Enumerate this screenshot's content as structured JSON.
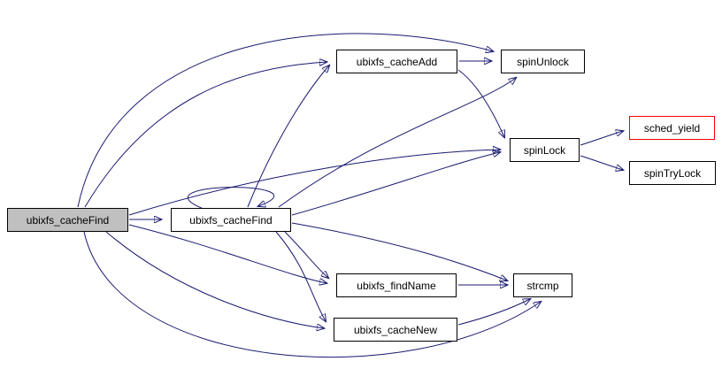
{
  "diagram": {
    "type": "call-graph",
    "colors": {
      "edge": "#191970",
      "node_border": "#000000",
      "highlight_bg": "#c0c0c0",
      "alert_border": "#ff0000",
      "background": "#ffffff"
    },
    "nodes": [
      {
        "id": "ubixfs_cacheFind_main",
        "label": "ubixfs_cacheFind",
        "highlighted": true
      },
      {
        "id": "ubixfs_cacheFind_recursive",
        "label": "ubixfs_cacheFind"
      },
      {
        "id": "ubixfs_cacheAdd",
        "label": "ubixfs_cacheAdd"
      },
      {
        "id": "spinUnlock",
        "label": "spinUnlock"
      },
      {
        "id": "spinLock",
        "label": "spinLock"
      },
      {
        "id": "sched_yield",
        "label": "sched_yield",
        "alert": true
      },
      {
        "id": "spinTryLock",
        "label": "spinTryLock"
      },
      {
        "id": "ubixfs_findName",
        "label": "ubixfs_findName"
      },
      {
        "id": "strcmp",
        "label": "strcmp"
      },
      {
        "id": "ubixfs_cacheNew",
        "label": "ubixfs_cacheNew"
      }
    ],
    "edges": [
      {
        "from": "ubixfs_cacheFind_main",
        "to": "ubixfs_cacheFind_recursive"
      },
      {
        "from": "ubixfs_cacheFind_main",
        "to": "ubixfs_cacheAdd"
      },
      {
        "from": "ubixfs_cacheFind_main",
        "to": "spinUnlock"
      },
      {
        "from": "ubixfs_cacheFind_main",
        "to": "spinLock"
      },
      {
        "from": "ubixfs_cacheFind_main",
        "to": "ubixfs_findName"
      },
      {
        "from": "ubixfs_cacheFind_main",
        "to": "ubixfs_cacheNew"
      },
      {
        "from": "ubixfs_cacheFind_main",
        "to": "strcmp"
      },
      {
        "from": "ubixfs_cacheFind_recursive",
        "to": "ubixfs_cacheFind_recursive"
      },
      {
        "from": "ubixfs_cacheFind_recursive",
        "to": "ubixfs_cacheAdd"
      },
      {
        "from": "ubixfs_cacheFind_recursive",
        "to": "spinUnlock"
      },
      {
        "from": "ubixfs_cacheFind_recursive",
        "to": "spinLock"
      },
      {
        "from": "ubixfs_cacheFind_recursive",
        "to": "ubixfs_findName"
      },
      {
        "from": "ubixfs_cacheFind_recursive",
        "to": "ubixfs_cacheNew"
      },
      {
        "from": "ubixfs_cacheFind_recursive",
        "to": "strcmp"
      },
      {
        "from": "ubixfs_cacheAdd",
        "to": "spinUnlock"
      },
      {
        "from": "ubixfs_cacheAdd",
        "to": "spinLock"
      },
      {
        "from": "spinLock",
        "to": "sched_yield"
      },
      {
        "from": "spinLock",
        "to": "spinTryLock"
      },
      {
        "from": "ubixfs_findName",
        "to": "strcmp"
      },
      {
        "from": "ubixfs_cacheNew",
        "to": "strcmp"
      }
    ]
  }
}
